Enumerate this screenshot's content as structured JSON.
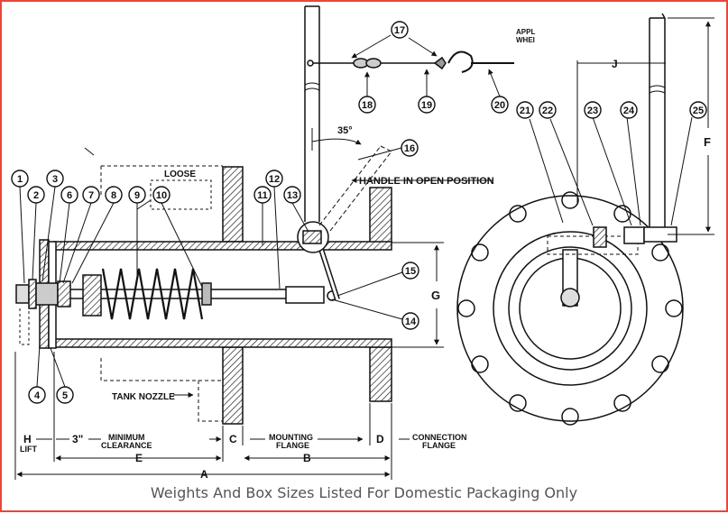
{
  "callouts": [
    "1",
    "2",
    "3",
    "4",
    "5",
    "6",
    "7",
    "8",
    "9",
    "10",
    "11",
    "12",
    "13",
    "14",
    "15",
    "16",
    "17",
    "18",
    "19",
    "20",
    "21",
    "22",
    "23",
    "24",
    "25"
  ],
  "labels": {
    "loose": "LOOSE",
    "appl": "APPL",
    "whei": "WHEI",
    "angle": "35°",
    "handle_open": "HANDLE IN OPEN POSITION",
    "tank_nozzle": "TANK NOZZLE",
    "h": "H",
    "lift": "LIFT",
    "three_in": "3\"",
    "min_clear_1": "MINIMUM",
    "min_clear_2": "CLEARANCE",
    "c": "C",
    "mount_1": "MOUNTING",
    "mount_2": "FLANGE",
    "d": "D",
    "conn_1": "CONNECTION",
    "conn_2": "FLANGE",
    "e": "E",
    "b": "B",
    "a": "A",
    "g": "G",
    "j": "J",
    "f": "F"
  },
  "caption": "Weights And Box Sizes Listed For Domestic Packaging Only"
}
